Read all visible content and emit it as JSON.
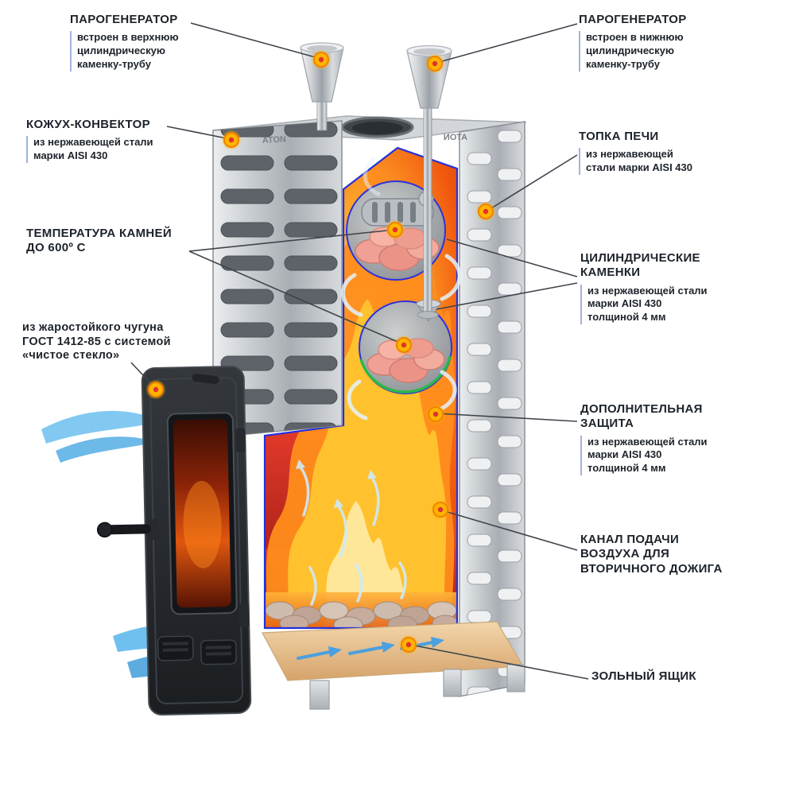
{
  "brand": {
    "logo": "ATON"
  },
  "callouts": {
    "paro_left": {
      "title": "ПАРОГЕНЕРАТОР",
      "body": "встроен в верхнюю\nцилиндрическую\nкаменку-трубу"
    },
    "kozhuh": {
      "title": "КОЖУХ-КОНВЕКТОР",
      "body": "из нержавеющей стали\nмарки AISI 430"
    },
    "temp": {
      "title": "ТЕМПЕРАТУРА КАМНЕЙ\nДО 600º С"
    },
    "chugun": {
      "title": "из жаростойкого чугуна\nГОСТ 1412-85 с системой\n«чистое стекло»"
    },
    "paro_right": {
      "title": "ПАРОГЕНЕРАТОР",
      "body": "встроен в нижнюю\nцилиндрическую\nкаменку-трубу"
    },
    "topka": {
      "title": "ТОПКА ПЕЧИ",
      "body": "из нержавеющей\nстали марки AISI 430"
    },
    "kamenki": {
      "title": "ЦИЛИНДРИЧЕСКИЕ\nКАМЕНКИ",
      "body": "из нержавеющей стали\nмарки AISI 430\nтолщиной 4 мм"
    },
    "zashchita": {
      "title": "ДОПОЛНИТЕЛЬНАЯ\nЗАЩИТА",
      "body": "из нержавеющей стали\nмарки AISI 430\nтолщиной 4 мм"
    },
    "kanal": {
      "title": "КАНАЛ ПОДАЧИ\nВОЗДУХА ДЛЯ\nВТОРИЧНОГО ДОЖИГА"
    },
    "zolnik": {
      "title": "ЗОЛЬНЫЙ ЯЩИК"
    }
  },
  "colors": {
    "marker_outer": "#ffb400",
    "marker_ring": "#f08300",
    "marker_center": "#e03131",
    "leader_line": "#3f454c",
    "cut_outline_blue": "#2230dd",
    "protection_green": "#2db84a",
    "flame_orange": "#ff8d1c",
    "flame_yellow": "#ffc42e",
    "airflow_blue": "#5fb9ec"
  }
}
